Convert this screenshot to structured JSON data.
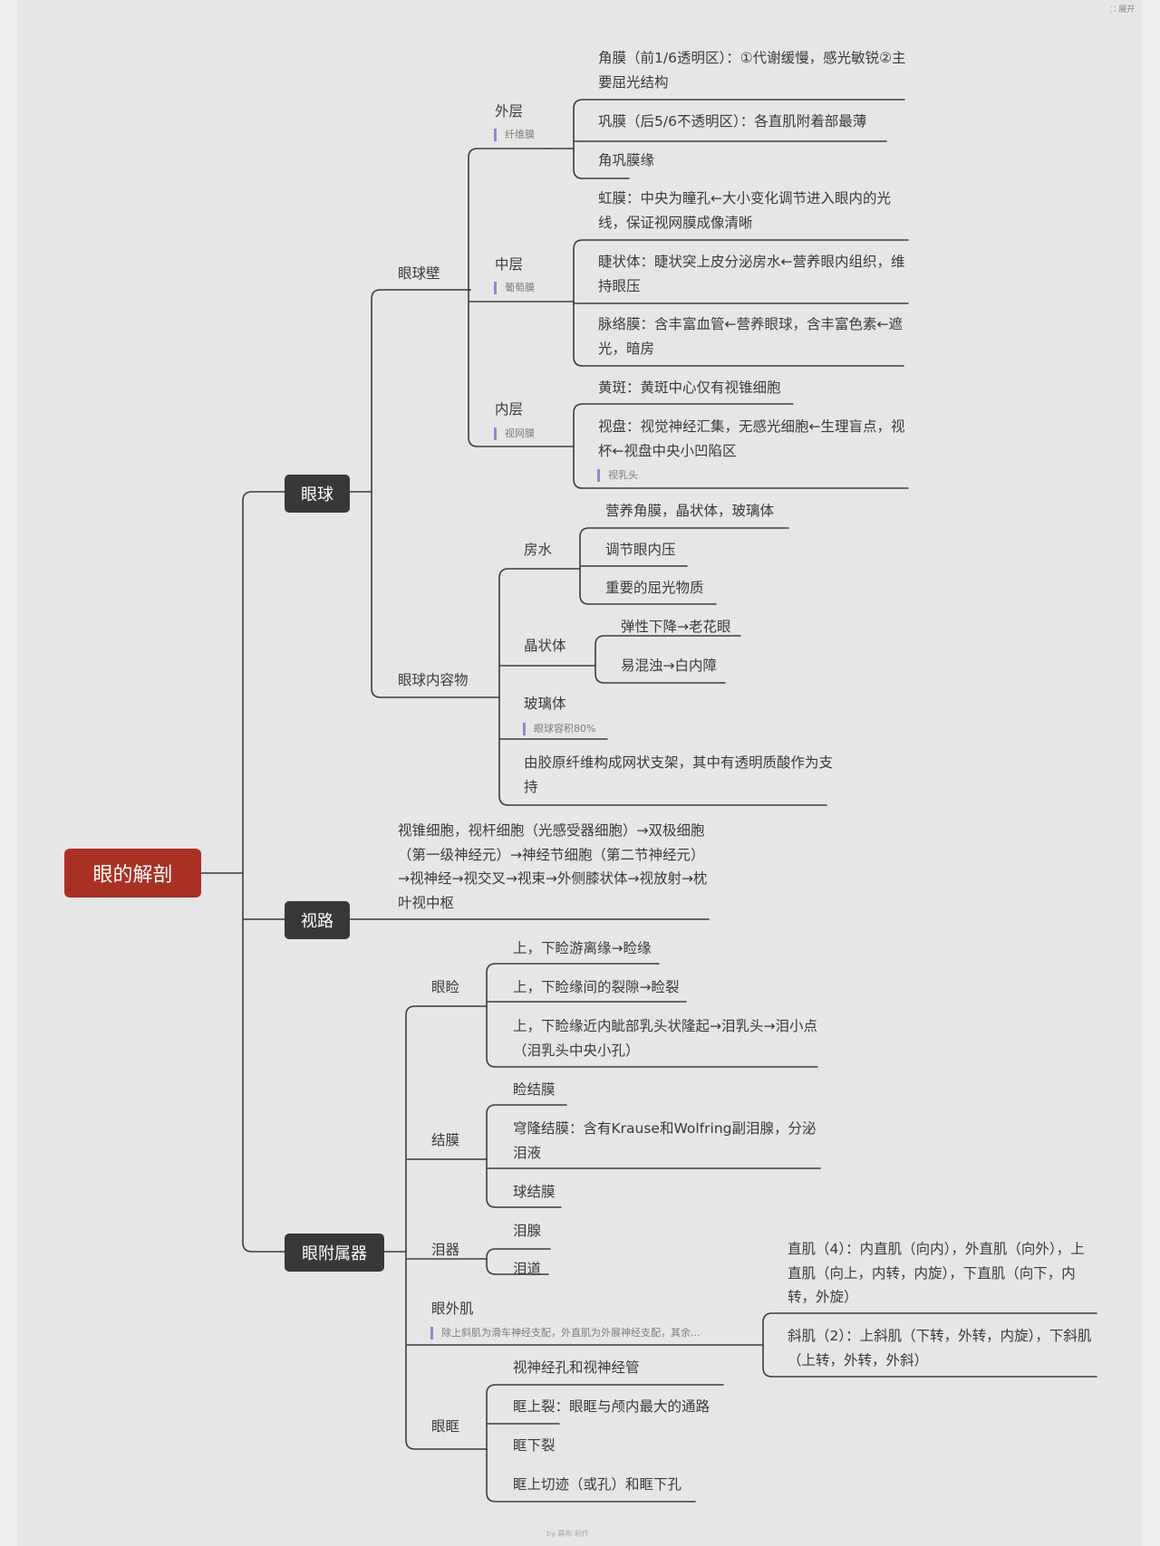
{
  "corner_label": "⛶ 展开",
  "credit": "by 幕布 制作",
  "root": "眼的解剖",
  "eyeball": {
    "label": "眼球",
    "wall": {
      "label": "眼球壁",
      "outer": {
        "label": "外层",
        "note": "纤维膜",
        "items": [
          "角膜（前1/6透明区）：①代谢缓慢，感光敏锐②主要屈光结构",
          "巩膜（后5/6不透明区）：各直肌附着部最薄",
          "角巩膜缘"
        ]
      },
      "middle": {
        "label": "中层",
        "note": "葡萄膜",
        "items": [
          "虹膜：中央为瞳孔←大小变化调节进入眼内的光线，保证视网膜成像清晰",
          "睫状体：睫状突上皮分泌房水←营养眼内组织，维持眼压",
          "脉络膜：含丰富血管←营养眼球，含丰富色素←遮光，暗房"
        ]
      },
      "inner": {
        "label": "内层",
        "note": "视网膜",
        "items": [
          "黄斑：黄斑中心仅有视锥细胞",
          "视盘：视觉神经汇集，无感光细胞←生理盲点，视杯←视盘中央小凹陷区"
        ],
        "item_note": "视乳头"
      }
    },
    "contents": {
      "label": "眼球内容物",
      "aqueous": {
        "label": "房水",
        "items": [
          "营养角膜，晶状体，玻璃体",
          "调节眼内压",
          "重要的屈光物质"
        ]
      },
      "lens": {
        "label": "晶状体",
        "items": [
          "弹性下降→老花眼",
          "易混浊→白内障"
        ]
      },
      "vitreous": {
        "label": "玻璃体",
        "note": "眼球容积80%"
      },
      "vitreous_desc": "由胶原纤维构成网状支架，其中有透明质酸作为支持"
    }
  },
  "visual_path": {
    "label": "视路",
    "text": "视锥细胞，视杆细胞（光感受器细胞）→双极细胞（第一级神经元）→神经节细胞（第二节神经元）→视神经→视交叉→视束→外侧膝状体→视放射→枕叶视中枢"
  },
  "adnexa": {
    "label": "眼附属器",
    "eyelid": {
      "label": "眼睑",
      "items": [
        "上，下睑游离缘→睑缘",
        "上，下睑缘间的裂隙→睑裂",
        "上，下睑缘近内眦部乳头状隆起→泪乳头→泪小点（泪乳头中央小孔）"
      ]
    },
    "conjunctiva": {
      "label": "结膜",
      "items": [
        "睑结膜",
        "穹隆结膜：含有Krause和Wolfring副泪腺，分泌泪液",
        "球结膜"
      ]
    },
    "lacrimal": {
      "label": "泪器",
      "items": [
        "泪腺",
        "泪道"
      ]
    },
    "eom": {
      "label": "眼外肌",
      "note": "除上斜肌为滑车神经支配，外直肌为外展神经支配，其余...",
      "items": [
        "直肌（4）：内直肌（向内），外直肌（向外），上直肌（向上，内转，内旋），下直肌（向下，内转，外旋）",
        "斜肌（2）：上斜肌（下转，外转，内旋），下斜肌（上转，外转，外斜）"
      ]
    },
    "orbit": {
      "label": "眼眶",
      "items": [
        "视神经孔和视神经管",
        "眶上裂：眼眶与颅内最大的通路",
        "眶下裂",
        "眶上切迹（或孔）和眶下孔"
      ]
    }
  }
}
